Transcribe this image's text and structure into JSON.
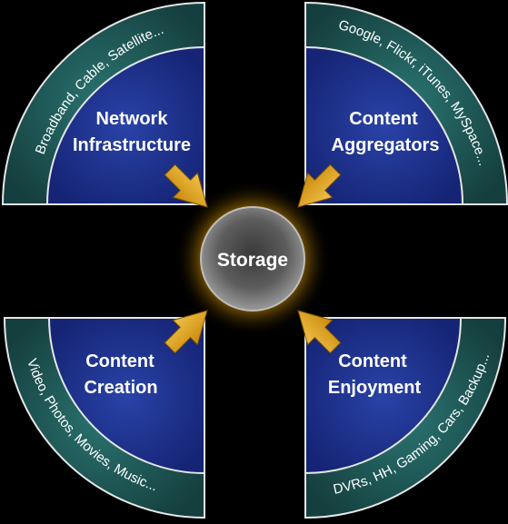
{
  "center": {
    "label": "Storage"
  },
  "quadrants": [
    {
      "id": "network",
      "title_lines": [
        "Network",
        "Infrastructure"
      ],
      "examples": "Broadband, Cable, Satellite..."
    },
    {
      "id": "aggregators",
      "title_lines": [
        "Content",
        "Aggregators"
      ],
      "examples": "Google, Flickr, iTunes, MySpace..."
    },
    {
      "id": "creation",
      "title_lines": [
        "Content",
        "Creation"
      ],
      "examples": "Video, Photos, Movies, Music..."
    },
    {
      "id": "enjoyment",
      "title_lines": [
        "Content",
        "Enjoyment"
      ],
      "examples": "DVRs, HH, Gaming, Cars, Backup..."
    }
  ],
  "colors": {
    "background": "#000000",
    "outer_ring": "#1f5e5c",
    "inner_panel": "#1b2f86",
    "border": "#e6e6e6",
    "arrow": "#e0a015",
    "glow": "#ffbb00",
    "center_fill": "#6a6a6a"
  }
}
